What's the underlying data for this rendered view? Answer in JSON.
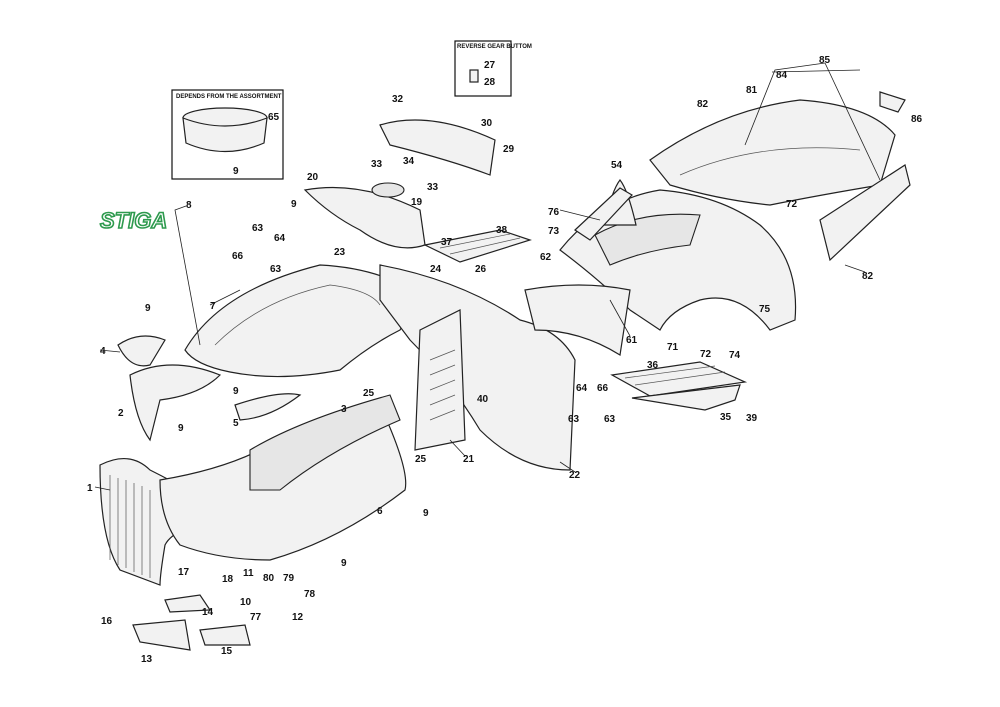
{
  "boxes": {
    "assortment_title": "DEPENDS FROM THE ASSORTMENT",
    "reverse_title": "REVERSE GEAR BUTTOM"
  },
  "logo": "STIGA",
  "colors": {
    "logo": "#2e9a4e",
    "line": "#222222",
    "part_fill": "#f2f2f2"
  },
  "callouts": [
    "65",
    "9",
    "27",
    "28",
    "32",
    "30",
    "29",
    "33",
    "34",
    "33",
    "85",
    "84",
    "82",
    "81",
    "86",
    "54",
    "76",
    "73",
    "72",
    "82",
    "62",
    "75",
    "61",
    "71",
    "72",
    "74",
    "8",
    "20",
    "19",
    "9",
    "63",
    "64",
    "66",
    "63",
    "23",
    "24",
    "37",
    "38",
    "26",
    "7",
    "9",
    "4",
    "9",
    "25",
    "40",
    "36",
    "64",
    "66",
    "63",
    "63",
    "39",
    "35",
    "2",
    "9",
    "3",
    "5",
    "25",
    "21",
    "22",
    "1",
    "6",
    "9",
    "9",
    "17",
    "18",
    "11",
    "80",
    "79",
    "10",
    "14",
    "77",
    "12",
    "78",
    "16",
    "13",
    "15"
  ]
}
